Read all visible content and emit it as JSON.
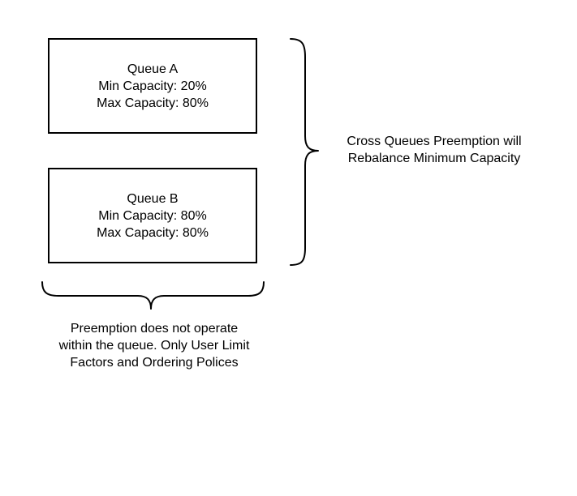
{
  "queues": [
    {
      "name": "Queue A",
      "min_capacity": "Min Capacity: 20%",
      "max_capacity": "Max Capacity: 80%"
    },
    {
      "name": "Queue B",
      "min_capacity": "Min Capacity: 80%",
      "max_capacity": "Max Capacity: 80%"
    }
  ],
  "right_caption": {
    "line1": "Cross Queues Preemption will",
    "line2": "Rebalance Minimum Capacity"
  },
  "bottom_caption": {
    "line1": "Preemption does not operate",
    "line2": "within the queue. Only User Limit",
    "line3": "Factors and Ordering Polices"
  },
  "colors": {
    "stroke": "#000000",
    "background": "#ffffff",
    "text": "#000000"
  }
}
